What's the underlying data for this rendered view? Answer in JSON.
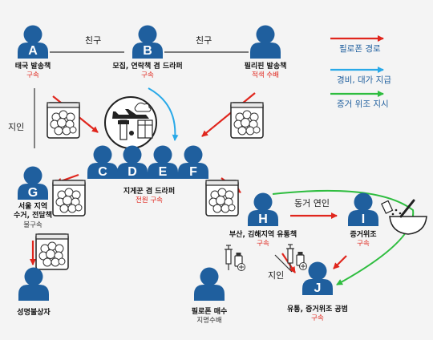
{
  "people": {
    "A": {
      "letter": "A",
      "name": "태국 발송책",
      "status": "구속"
    },
    "B": {
      "letter": "B",
      "name": "모집, 연락책 겸 드라퍼",
      "status": "구속"
    },
    "PH": {
      "name": "필리핀 발송책",
      "status": "적색 수배"
    },
    "C": {
      "letter": "C"
    },
    "D": {
      "letter": "D"
    },
    "E": {
      "letter": "E"
    },
    "F": {
      "letter": "F"
    },
    "CDEF": {
      "name": "지게꾼 겸 드라퍼",
      "status": "전원 구속"
    },
    "G": {
      "letter": "G",
      "name_line1": "서울 지역",
      "name_line2": "수거, 전달책",
      "status": "불구속"
    },
    "H": {
      "letter": "H",
      "name": "부산, 김해지역 유통책",
      "status": "구속"
    },
    "I": {
      "letter": "I",
      "name": "증거위조",
      "status": "구속"
    },
    "J": {
      "letter": "J",
      "name": "유통, 증거위조 공범",
      "status": "구속"
    },
    "buyer1": {
      "name": "성명불상자"
    },
    "buyer2": {
      "name": "필로폰 매수",
      "status": "지명수배"
    }
  },
  "relations": {
    "ab": "친구",
    "bph": "친구",
    "ag": "지인",
    "hi": "동거 연인",
    "hj": "지인"
  },
  "legend": [
    {
      "label": "필로폰 경로",
      "color": "#e0261d"
    },
    {
      "label": "경비, 대가 지급",
      "color": "#29a9e8"
    },
    {
      "label": "증거 위조 지시",
      "color": "#2ebd3f"
    }
  ],
  "colors": {
    "person": "#1f5f9e",
    "meth_route": "#e0261d",
    "payment": "#29a9e8",
    "evidence": "#2ebd3f"
  },
  "icons": [
    "meth-bag-icon",
    "airport-icon",
    "syringe-icon",
    "mortar-pestle-icon"
  ]
}
